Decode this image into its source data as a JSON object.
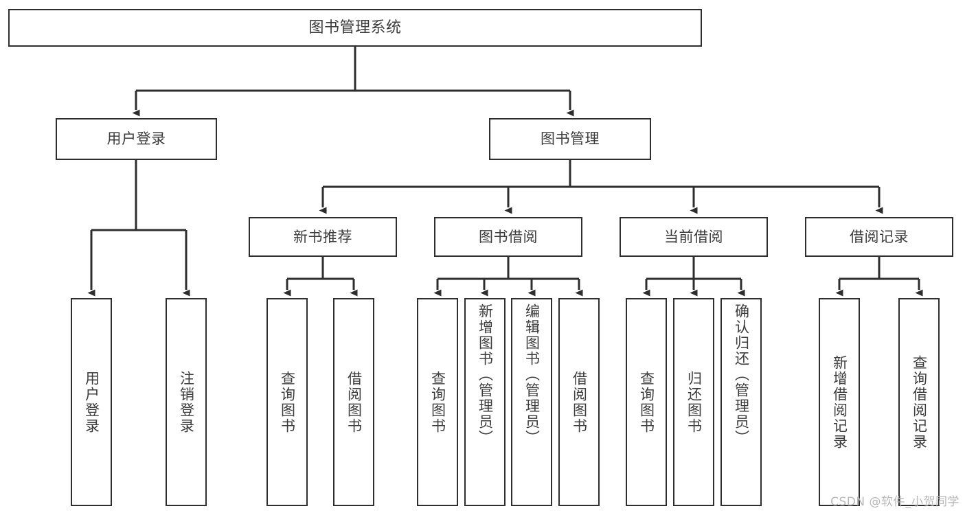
{
  "diagram": {
    "type": "tree",
    "title": "图书管理系统",
    "colors": {
      "border": "#2e2e2e",
      "text": "#3c3c3c",
      "background": "#ffffff",
      "connector": "#2e2e2e",
      "watermark": "#b8b8b8"
    },
    "root": {
      "label": "图书管理系统"
    },
    "level1": [
      {
        "label": "用户登录"
      },
      {
        "label": "图书管理"
      }
    ],
    "level2": [
      {
        "label": "新书推荐"
      },
      {
        "label": "图书借阅"
      },
      {
        "label": "当前借阅"
      },
      {
        "label": "借阅记录"
      }
    ],
    "leaves": {
      "user_login": [
        {
          "label": "用户登录"
        },
        {
          "label": "注销登录"
        }
      ],
      "new_book": [
        {
          "label": "查询图书"
        },
        {
          "label": "借阅图书"
        }
      ],
      "borrow": [
        {
          "label": "查询图书"
        },
        {
          "label": "新增图书（管理员）"
        },
        {
          "label": "编辑图书（管理员）"
        },
        {
          "label": "借阅图书"
        }
      ],
      "current": [
        {
          "label": "查询图书"
        },
        {
          "label": "归还图书"
        },
        {
          "label": "确认归还（管理员）"
        }
      ],
      "records": [
        {
          "label": "新增借阅记录"
        },
        {
          "label": "查询借阅记录"
        }
      ]
    }
  },
  "watermark": {
    "text": "CSDN @软件_小贺同学"
  }
}
